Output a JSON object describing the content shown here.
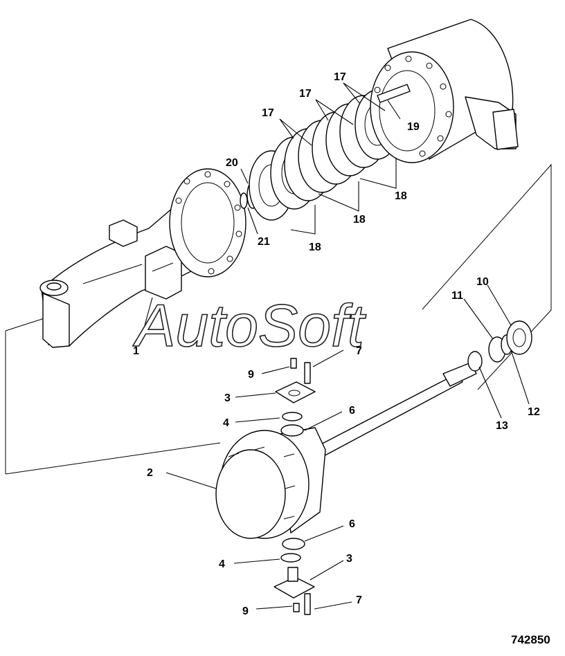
{
  "figure_number": "742850",
  "watermark": "AutoSoft",
  "colors": {
    "line": "#000000",
    "background": "#ffffff"
  },
  "labels": {
    "l1": "1",
    "l2": "2",
    "l3a": "3",
    "l3b": "3",
    "l4a": "4",
    "l4b": "4",
    "l6a": "6",
    "l6b": "6",
    "l7a": "7",
    "l7b": "7",
    "l9a": "9",
    "l9b": "9",
    "l10": "10",
    "l11": "11",
    "l12": "12",
    "l13": "13",
    "l17a": "17",
    "l17b": "17",
    "l17c": "17",
    "l18a": "18",
    "l18b": "18",
    "l18c": "18",
    "l19": "19",
    "l20": "20",
    "l21": "21"
  }
}
